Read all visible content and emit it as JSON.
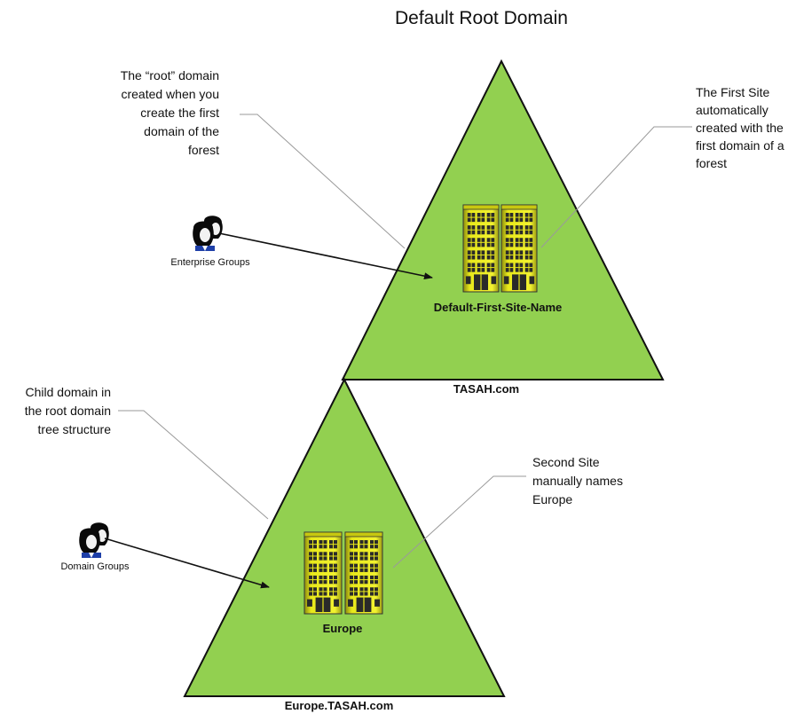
{
  "title": "Default Root Domain",
  "colors": {
    "triangle_fill": "#92D050",
    "triangle_stroke": "#111111",
    "building_fill": "#E8E81A",
    "building_window": "#2A2A2A",
    "callout_line": "#9A9A9A",
    "arrow": "#111111",
    "person_body": "#0A0A0A",
    "person_face": "#F2F2F2",
    "person_shirt": "#1E3FA8"
  },
  "root_domain": {
    "name": "TASAH.com",
    "site_label": "Default-First-Site-Name",
    "group_label": "Enterprise Groups",
    "group_icon": "user-group-icon",
    "building_icon": "office-building-icon",
    "callout_left": [
      "The “root” domain",
      "created when you",
      "create the first",
      "domain of the",
      "forest"
    ],
    "callout_right": [
      "The First Site",
      "automatically",
      "created with the",
      "first domain of a",
      "forest"
    ]
  },
  "child_domain": {
    "name": "Europe.TASAH.com",
    "site_label": "Europe",
    "group_label": "Domain Groups",
    "group_icon": "user-group-icon",
    "building_icon": "office-building-icon",
    "callout_left": [
      "Child domain in",
      "the root domain",
      "tree structure"
    ],
    "callout_right": [
      "Second Site",
      "manually names",
      "Europe"
    ]
  }
}
